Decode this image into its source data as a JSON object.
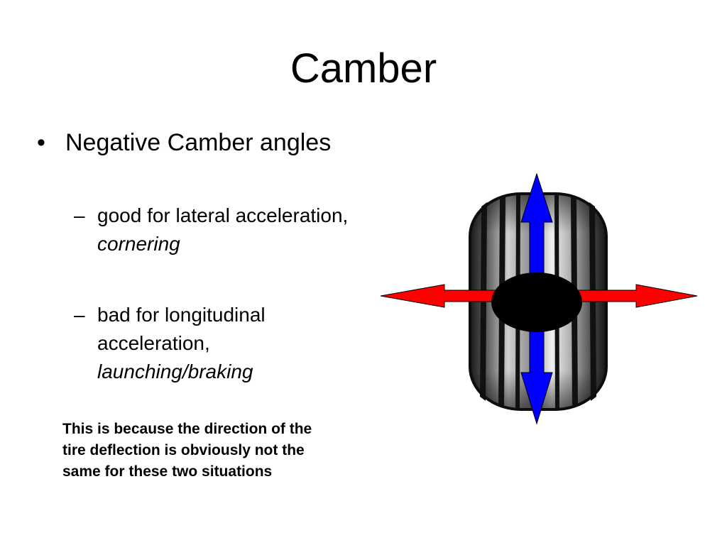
{
  "slide": {
    "title": "Camber",
    "bullet": {
      "marker": "•",
      "text": "Negative Camber angles"
    },
    "sub_items": [
      {
        "marker": "–",
        "lines": [
          "good for lateral acceleration,"
        ],
        "italic": "cornering"
      },
      {
        "marker": "–",
        "lines": [
          "bad for longitudinal",
          "acceleration,"
        ],
        "italic": "launching/braking"
      }
    ],
    "note_lines": [
      "This is because the direction of the",
      "tire deflection is obviously not the",
      "same for these two situations"
    ]
  },
  "figure": {
    "lateral_arrow_color": "#ff0000",
    "longitudinal_arrow_color": "#0000ff",
    "contact_patch_color": "#000000",
    "tire_color": "#2b2b2b"
  }
}
